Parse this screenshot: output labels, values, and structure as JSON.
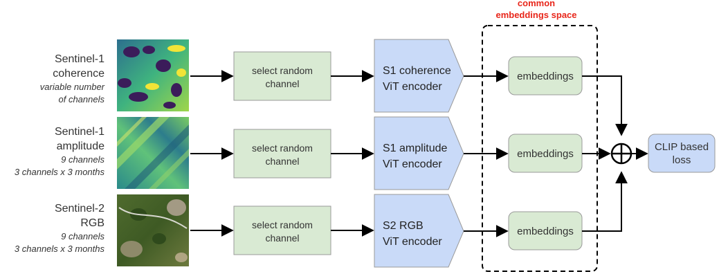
{
  "common_space": {
    "title_line1": "common",
    "title_line2": "embeddings space"
  },
  "rows": [
    {
      "source_line1": "Sentinel-1",
      "source_line2": "coherence",
      "sub_line1": "variable number",
      "sub_line2": "of channels",
      "select_line1": "select random",
      "select_line2": "channel",
      "encoder_line1": "S1 coherence",
      "encoder_line2": "ViT encoder",
      "embeddings": "embeddings"
    },
    {
      "source_line1": "Sentinel-1",
      "source_line2": "amplitude",
      "sub_line1": "9 channels",
      "sub_line2": "3 channels x 3 months",
      "select_line1": "select random",
      "select_line2": "channel",
      "encoder_line1": "S1 amplitude",
      "encoder_line2": "ViT encoder",
      "embeddings": "embeddings"
    },
    {
      "source_line1": "Sentinel-2",
      "source_line2": "RGB",
      "sub_line1": "9 channels",
      "sub_line2": "3 channels x 3 months",
      "select_line1": "select random",
      "select_line2": "channel",
      "encoder_line1": "S2 RGB",
      "encoder_line2": "ViT encoder",
      "embeddings": "embeddings"
    }
  ],
  "combine_symbol": "⊕",
  "loss": {
    "line1": "CLIP based",
    "line2": "loss"
  },
  "colors": {
    "select_fill": "#d9ead3",
    "embeddings_fill": "#d9ead3",
    "encoder_fill": "#c9daf8",
    "loss_fill": "#c9daf8",
    "title_red": "#e8261a"
  }
}
